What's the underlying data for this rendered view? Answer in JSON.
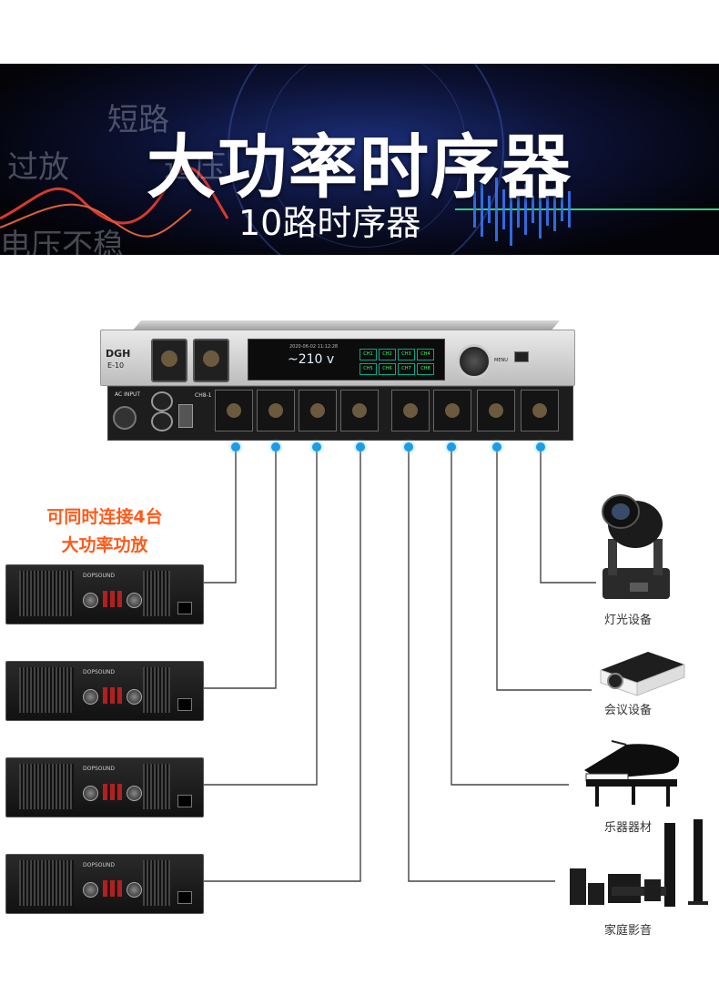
{
  "banner": {
    "title": "大功率时序器",
    "subtitle": "10路时序器",
    "background_words": [
      "短路",
      "过放",
      "过压",
      "电压不稳"
    ]
  },
  "device": {
    "brand": "DGH",
    "model": "E-10",
    "display_date": "2020-06-02  11:12:28",
    "display_voltage": "~210 v",
    "channels": [
      "CH1",
      "CH2",
      "CH3",
      "CH4",
      "CH5",
      "CH6",
      "CH7",
      "CH8"
    ],
    "menu_label": "MENU",
    "rear_labels": {
      "ac_input": "AC INPUT",
      "channel_range": "CH8-1"
    }
  },
  "amplifiers": {
    "callout_line1": "可同时连接4台",
    "callout_line2": "大功率功放",
    "brand": "DOPSOUND",
    "count": 4
  },
  "equipment": [
    {
      "label": "灯光设备",
      "icon": "moving-head-light-icon"
    },
    {
      "label": "会议设备",
      "icon": "projector-icon"
    },
    {
      "label": "乐器器材",
      "icon": "grand-piano-icon"
    },
    {
      "label": "家庭影音",
      "icon": "home-theater-speakers-icon"
    }
  ],
  "colors": {
    "accent_orange": "#ff5a1a",
    "connector_blue": "#1e9be5",
    "wire": "#444444"
  }
}
